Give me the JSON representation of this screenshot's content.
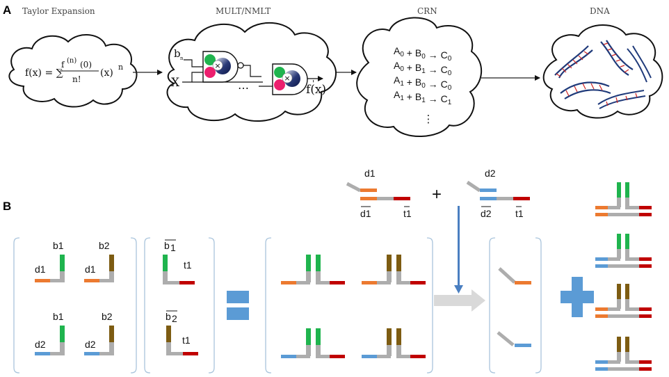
{
  "panelA": {
    "label": "A",
    "stages": {
      "taylor": "Taylor Expansion",
      "mult": "MULT/NMLT",
      "crn": "CRN",
      "dna": "DNA"
    },
    "formula": {
      "lhs": "f(x) = ∑",
      "num": "f",
      "num_sup": "(n)",
      "num_rest": "(0)",
      "den": "n!",
      "tail": "(x)",
      "tail_sup": "n"
    },
    "circuit": {
      "input_b": "b",
      "input_b_sub": "n",
      "input_x": "X",
      "ellipsis": "…",
      "output": "f(x)",
      "output_prime": "'",
      "times": "×"
    },
    "reactions": [
      {
        "a": "A",
        "as": "0",
        "b": "B",
        "bs": "0",
        "c": "C",
        "cs": "0"
      },
      {
        "a": "A",
        "as": "0",
        "b": "B",
        "bs": "1",
        "c": "C",
        "cs": "0"
      },
      {
        "a": "A",
        "as": "1",
        "b": "B",
        "bs": "0",
        "c": "C",
        "cs": "0"
      },
      {
        "a": "A",
        "as": "1",
        "b": "B",
        "bs": "1",
        "c": "C",
        "cs": "1"
      }
    ],
    "reaction_symbols": {
      "plus": "+",
      "arrow": "→"
    },
    "crn_ellipsis": "⋮"
  },
  "panelB": {
    "label": "B",
    "signals": {
      "b1": "b1",
      "b2": "b2",
      "d1": "d1",
      "d2": "d2",
      "t1": "t1"
    },
    "bars": {
      "b1": "b",
      "b1_idx": "1",
      "b2": "b",
      "b2_idx": "2",
      "d1": "d1",
      "d2": "d2",
      "t1": "t1"
    },
    "plus_small": "+"
  },
  "colors": {
    "green": "#1fb44e",
    "brown": "#7d5c12",
    "orange": "#ec7a30",
    "blue": "#5b9bd5",
    "red": "#c00000",
    "gray": "#adadad",
    "bracket": "#a9c4dc",
    "equals": "#5b9bd5",
    "big_plus": "#5b9bd5",
    "down_arrow": "#4a7fc1",
    "flow_arrow": "#d9d9d9"
  }
}
